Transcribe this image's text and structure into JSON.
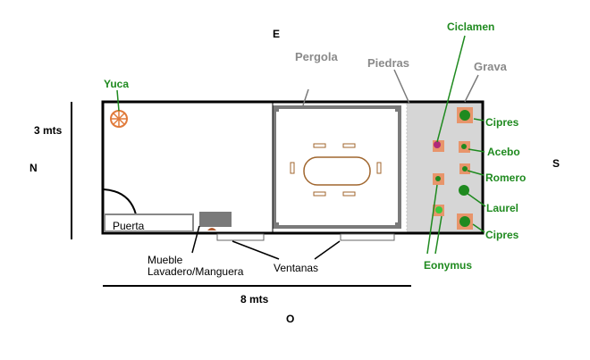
{
  "compass": {
    "north": "N",
    "south": "S",
    "east": "E",
    "west": "O"
  },
  "dimensions": {
    "width_label": "3 mts",
    "length_label": "8 mts"
  },
  "labels": {
    "yuca": "Yuca",
    "pergola": "Pergola",
    "piedras": "Piedras",
    "grava": "Grava",
    "ciclamen": "Ciclamen",
    "puerta": "Puerta",
    "mueble_line1": "Mueble",
    "mueble_line2": "Lavadero/Manguera",
    "ventanas": "Ventanas",
    "eonymus": "Eonymus"
  },
  "plants": [
    {
      "name": "Cipres"
    },
    {
      "name": "Acebo"
    },
    {
      "name": "Romero"
    },
    {
      "name": "Laurel"
    },
    {
      "name": "Cipres"
    }
  ],
  "colors": {
    "green": "#1f8a1f",
    "grey": "#8a8a8a",
    "planter": "#e8956b",
    "table": "#a0662e",
    "gravel": "#d6d6d6"
  }
}
